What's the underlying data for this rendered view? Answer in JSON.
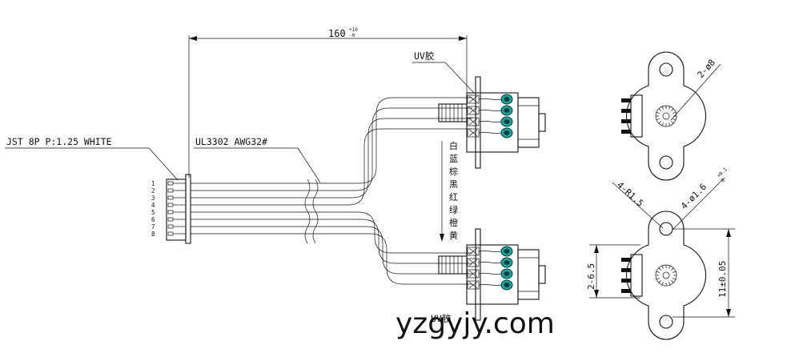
{
  "dims": {
    "cable_length": "160",
    "cable_length_tolerance_top": "+10",
    "cable_length_tolerance_bottom": "-0",
    "mounting_hole_dia": "2-ø8",
    "hole_pitch": "2-6.5",
    "corner_radius": "4-R1.5",
    "small_holes": "4-ø1.6",
    "small_holes_tol_top": "+0.1",
    "small_holes_tol_bottom": "0",
    "height": "11±0.05"
  },
  "labels": {
    "connector": "JST 8P P:1.25 WHITE",
    "wire_spec": "UL3302 AWG32#",
    "uv_glue": "UV胶",
    "uv_glue_bottom": "UV胶",
    "color_order": [
      "白",
      "蓝",
      "棕",
      "黑",
      "红",
      "绿",
      "橙",
      "黄"
    ],
    "pin_numbers": [
      "1",
      "2",
      "3",
      "4",
      "5",
      "6",
      "7",
      "8"
    ]
  },
  "watermark": "yzgyjy.com",
  "colors": {
    "line": "#111111",
    "solder": "#1aa5a1"
  }
}
